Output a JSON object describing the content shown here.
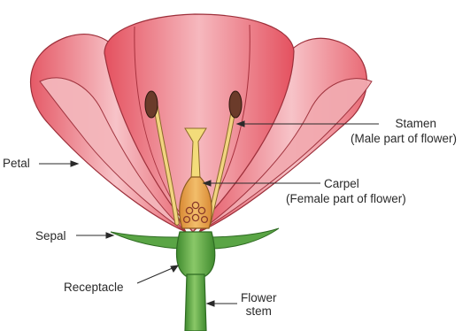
{
  "labels": {
    "stamen": "Stamen",
    "stamen_sub": "(Male part of flower)",
    "petal": "Petal",
    "carpel": "Carpel",
    "carpel_sub": "(Female part of flower)",
    "sepal": "Sepal",
    "receptacle": "Receptacle",
    "stem_line1": "Flower",
    "stem_line2": "stem"
  },
  "colors": {
    "petal_outer": "#e8646f",
    "petal_light": "#f7c7cb",
    "petal_edge": "#b83a46",
    "stamen_filament": "#f2d480",
    "anther": "#6b3b2a",
    "carpel": "#e9a04a",
    "stigma": "#f3dc7a",
    "green": "#4f9a3a",
    "green_light": "#88c265",
    "stroke": "#2a2a2a"
  }
}
